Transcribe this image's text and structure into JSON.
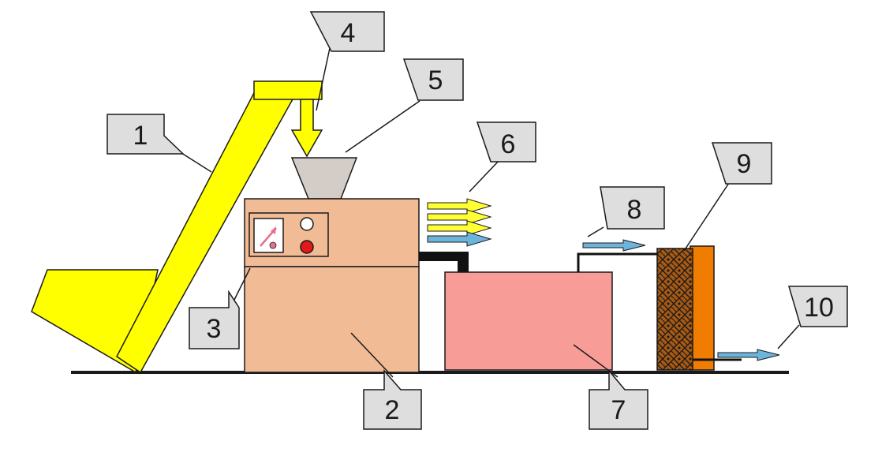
{
  "callouts": [
    {
      "id": "1",
      "label": "1"
    },
    {
      "id": "2",
      "label": "2"
    },
    {
      "id": "3",
      "label": "3"
    },
    {
      "id": "4",
      "label": "4"
    },
    {
      "id": "5",
      "label": "5"
    },
    {
      "id": "6",
      "label": "6"
    },
    {
      "id": "7",
      "label": "7"
    },
    {
      "id": "8",
      "label": "8"
    },
    {
      "id": "9",
      "label": "9"
    },
    {
      "id": "10",
      "label": "10"
    }
  ],
  "colors": {
    "conveyor": "#ffff00",
    "machine": "#f0bb95",
    "tank": "#f89c98",
    "filter_frame": "#f07d00",
    "filter_media": "#a85a14",
    "hopper": "#d3ccc7",
    "callout_box": "#dedede",
    "flow_yellow": "#ffff33",
    "flow_blue": "#6cb4dc",
    "pipe": "#111111"
  }
}
